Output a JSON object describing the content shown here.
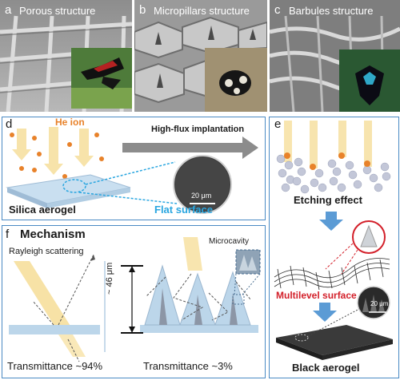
{
  "top_row": {
    "a": {
      "letter": "a",
      "title": "Porous structure"
    },
    "b": {
      "letter": "b",
      "title": "Micropillars structure"
    },
    "c": {
      "letter": "c",
      "title": "Barbules structure"
    }
  },
  "panel_d": {
    "letter": "d",
    "ion_label": "He ion",
    "arrow_label": "High-flux implantation",
    "scale_bar": "20 μm",
    "left_caption": "Silica aerogel",
    "right_caption": "Flat surface"
  },
  "panel_e": {
    "letter": "e",
    "etching": "Etching effect",
    "multilevel": "Multilevel surface",
    "scale_bar": "20 μm",
    "final": "Black aerogel"
  },
  "panel_f": {
    "letter": "f",
    "title": "Mechanism",
    "rayleigh": "Rayleigh scattering",
    "microcavity": "Microcavity",
    "height": "~ 46 μm",
    "trans_left": "Transmittance ~94%",
    "trans_right": "Transmittance ~3%"
  },
  "colors": {
    "ion": "#e8822a",
    "beam": "#f7e2a6",
    "slab": "#bcd6ea",
    "panel_border": "#4a8ac4",
    "flat_text": "#29a6e0",
    "multilevel_text": "#d3202a",
    "arrow": "#5b9bd5"
  }
}
